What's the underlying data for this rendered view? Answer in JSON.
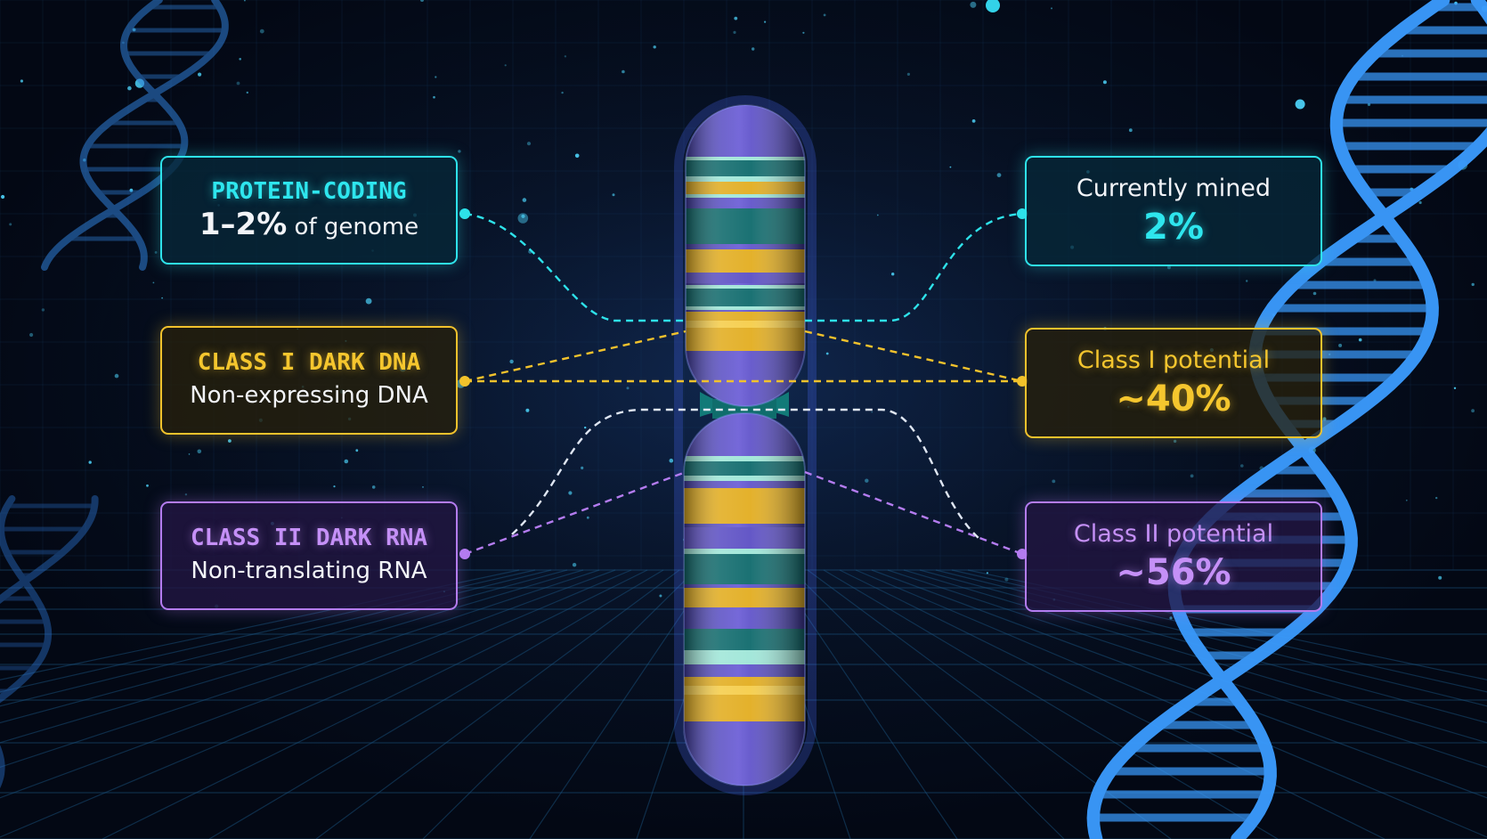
{
  "colors": {
    "cyan": "#2ee2ea",
    "gold": "#f2c22c",
    "violet": "#b47cf0",
    "white": "#e8ecf4",
    "chromosome_purple": "#5c4fc4",
    "chromosome_teal": "#0f6a6c",
    "background": "#040a18"
  },
  "left_labels": {
    "protein_coding": {
      "heading": "PROTEIN-CODING",
      "value": "1–2%",
      "suffix": " of genome"
    },
    "class_i": {
      "heading": "CLASS I DARK DNA",
      "sub": "Non-expressing DNA"
    },
    "class_ii": {
      "heading": "CLASS II DARK RNA",
      "sub": "Non-translating RNA"
    }
  },
  "right_labels": {
    "mined": {
      "caption": "Currently mined",
      "value": "2%"
    },
    "class_i_potential": {
      "caption": "Class I potential",
      "value": "~40%"
    },
    "class_ii_potential": {
      "caption": "Class II potential",
      "value": "~56%"
    }
  },
  "icons": [
    "dna-helix-icon",
    "chromosome-icon"
  ]
}
